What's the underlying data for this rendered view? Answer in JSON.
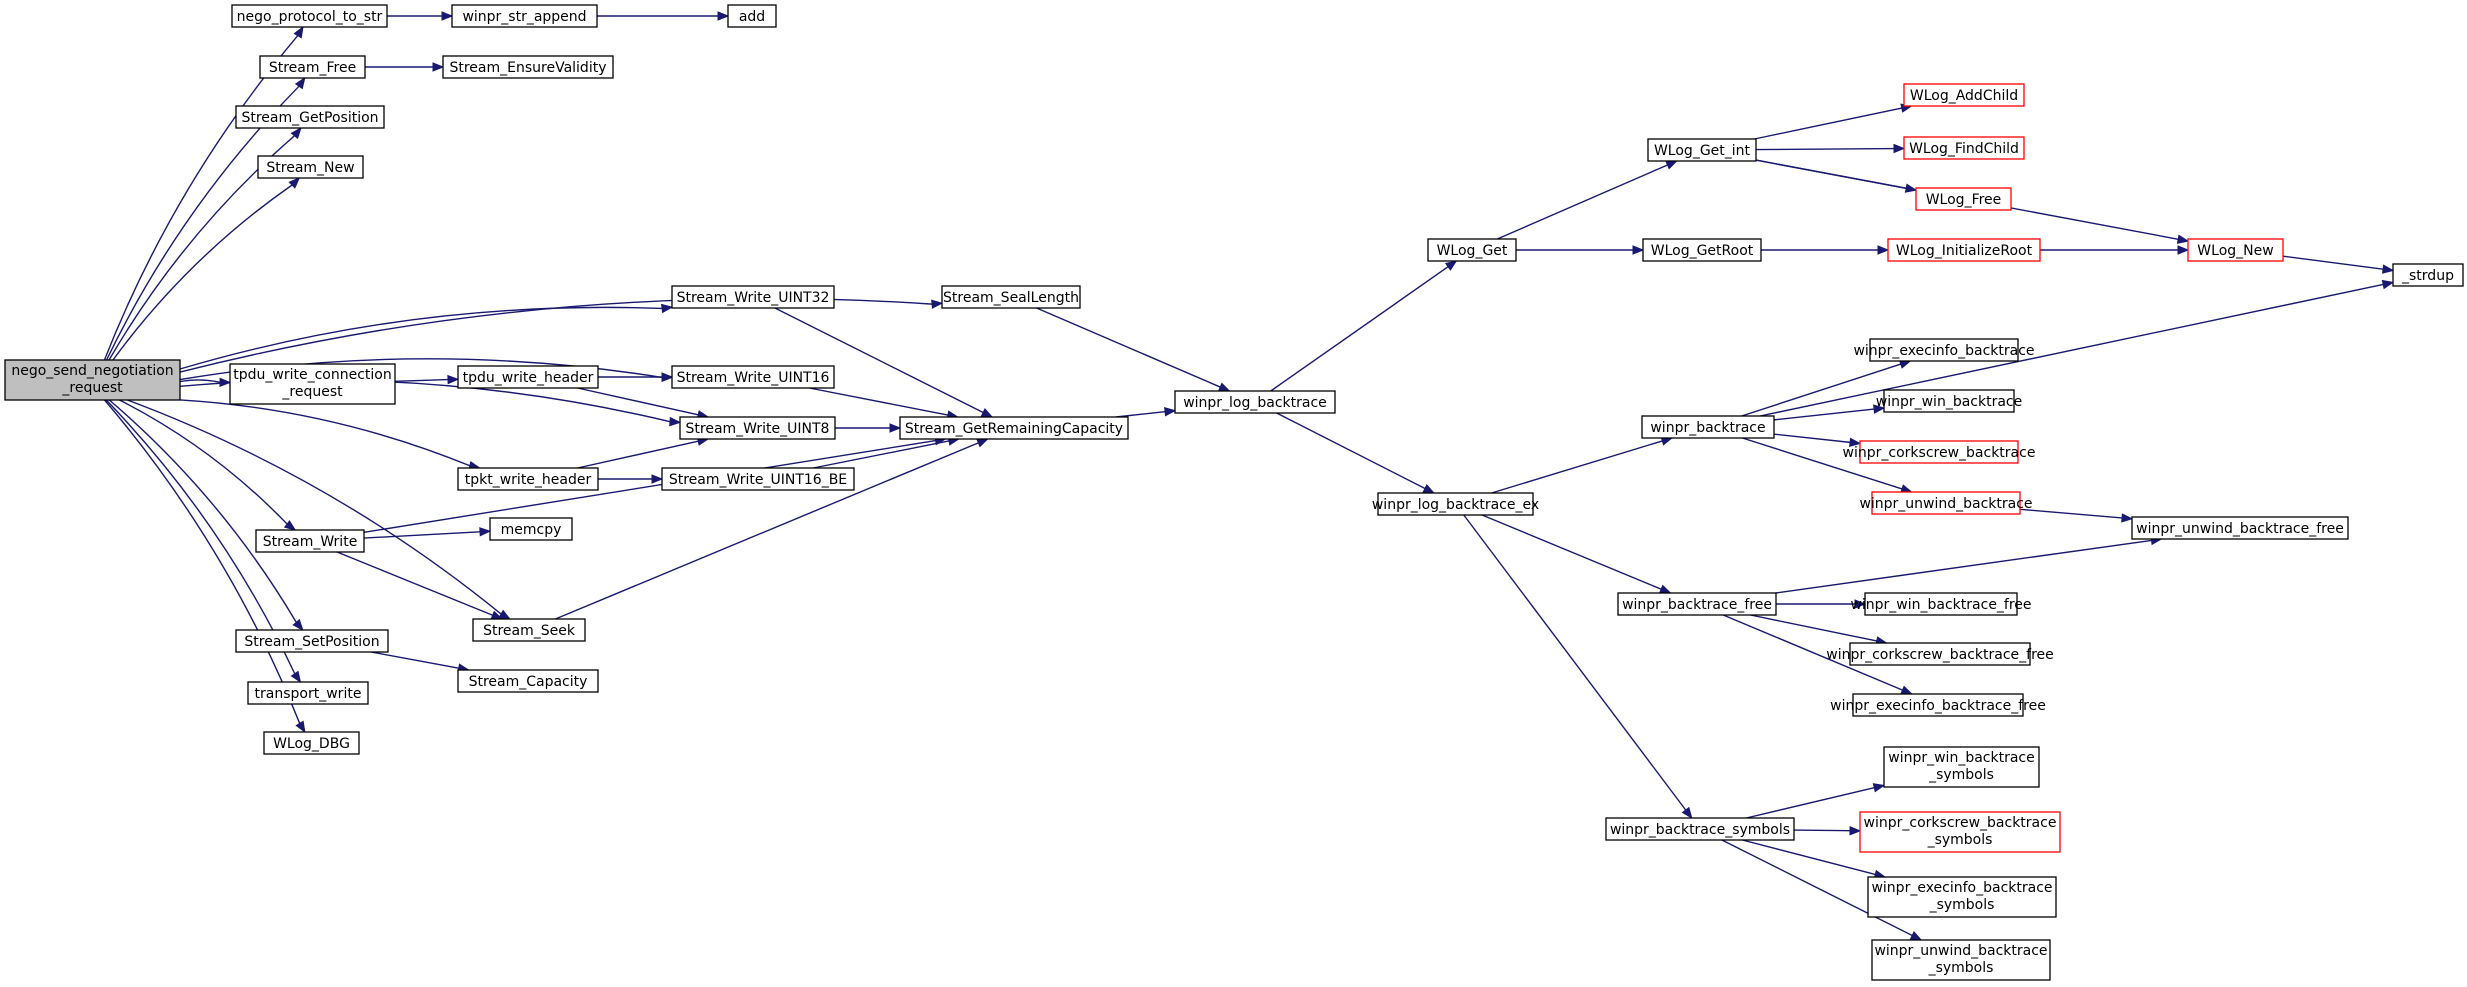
{
  "colors": {
    "edge": "#191970",
    "root_fill": "#bfbfbf",
    "incomplete_border": "#ff0000",
    "node_border": "#000000"
  },
  "nodes": {
    "n0": {
      "lines": [
        "nego_send_negotiation",
        "_request"
      ]
    },
    "n1": {
      "lines": [
        "nego_protocol_to_str"
      ]
    },
    "n2": {
      "lines": [
        "winpr_str_append"
      ]
    },
    "n3": {
      "lines": [
        "add"
      ]
    },
    "n4": {
      "lines": [
        "Stream_Free"
      ]
    },
    "n5": {
      "lines": [
        "Stream_EnsureValidity"
      ]
    },
    "n6": {
      "lines": [
        "Stream_GetPosition"
      ]
    },
    "n7": {
      "lines": [
        "Stream_New"
      ]
    },
    "n8": {
      "lines": [
        "Stream_Write_UINT32"
      ]
    },
    "n9": {
      "lines": [
        "Stream_SealLength"
      ]
    },
    "n10": {
      "lines": [
        "tpdu_write_connection",
        "_request"
      ]
    },
    "n11": {
      "lines": [
        "tpdu_write_header"
      ]
    },
    "n12": {
      "lines": [
        "Stream_Write_UINT16"
      ]
    },
    "n13": {
      "lines": [
        "Stream_Write_UINT8"
      ]
    },
    "n14": {
      "lines": [
        "Stream_GetRemainingCapacity"
      ]
    },
    "n15": {
      "lines": [
        "winpr_log_backtrace"
      ]
    },
    "n16": {
      "lines": [
        "tpkt_write_header"
      ]
    },
    "n17": {
      "lines": [
        "Stream_Write_UINT16_BE"
      ]
    },
    "n18": {
      "lines": [
        "Stream_Write"
      ]
    },
    "n19": {
      "lines": [
        "memcpy"
      ]
    },
    "n20": {
      "lines": [
        "Stream_Seek"
      ]
    },
    "n21": {
      "lines": [
        "Stream_SetPosition"
      ]
    },
    "n22": {
      "lines": [
        "Stream_Capacity"
      ]
    },
    "n23": {
      "lines": [
        "transport_write"
      ]
    },
    "n24": {
      "lines": [
        "WLog_DBG"
      ]
    },
    "n25": {
      "lines": [
        "WLog_Get"
      ]
    },
    "n26": {
      "lines": [
        "WLog_Get_int"
      ]
    },
    "n27": {
      "lines": [
        "WLog_AddChild"
      ]
    },
    "n28": {
      "lines": [
        "WLog_FindChild"
      ]
    },
    "n29": {
      "lines": [
        "WLog_Free"
      ]
    },
    "n30": {
      "lines": [
        "WLog_GetRoot"
      ]
    },
    "n31": {
      "lines": [
        "WLog_InitializeRoot"
      ]
    },
    "n32": {
      "lines": [
        "WLog_New"
      ]
    },
    "n33": {
      "lines": [
        "_strdup"
      ]
    },
    "n34": {
      "lines": [
        "winpr_log_backtrace_ex"
      ]
    },
    "n35": {
      "lines": [
        "winpr_backtrace"
      ]
    },
    "n36": {
      "lines": [
        "winpr_execinfo_backtrace"
      ]
    },
    "n37": {
      "lines": [
        "winpr_win_backtrace"
      ]
    },
    "n38": {
      "lines": [
        "winpr_corkscrew_backtrace"
      ]
    },
    "n39": {
      "lines": [
        "winpr_unwind_backtrace"
      ]
    },
    "n40": {
      "lines": [
        "winpr_unwind_backtrace_free"
      ]
    },
    "n41": {
      "lines": [
        "winpr_backtrace_free"
      ]
    },
    "n42": {
      "lines": [
        "winpr_win_backtrace_free"
      ]
    },
    "n43": {
      "lines": [
        "winpr_corkscrew_backtrace_free"
      ]
    },
    "n44": {
      "lines": [
        "winpr_execinfo_backtrace_free"
      ]
    },
    "n45": {
      "lines": [
        "winpr_backtrace_symbols"
      ]
    },
    "n46": {
      "lines": [
        "winpr_win_backtrace",
        "_symbols"
      ]
    },
    "n47": {
      "lines": [
        "winpr_corkscrew_backtrace",
        "_symbols"
      ]
    },
    "n48": {
      "lines": [
        "winpr_execinfo_backtrace",
        "_symbols"
      ]
    },
    "n49": {
      "lines": [
        "winpr_unwind_backtrace",
        "_symbols"
      ]
    }
  },
  "edges": [
    [
      "n0",
      "n1"
    ],
    [
      "n0",
      "n4"
    ],
    [
      "n0",
      "n6"
    ],
    [
      "n0",
      "n7"
    ],
    [
      "n0",
      "n9"
    ],
    [
      "n0",
      "n8"
    ],
    [
      "n0",
      "n12"
    ],
    [
      "n0",
      "n10"
    ],
    [
      "n0",
      "n13"
    ],
    [
      "n0",
      "n16"
    ],
    [
      "n0",
      "n18"
    ],
    [
      "n0",
      "n20"
    ],
    [
      "n0",
      "n21"
    ],
    [
      "n0",
      "n23"
    ],
    [
      "n0",
      "n24"
    ],
    [
      "n1",
      "n2"
    ],
    [
      "n2",
      "n3"
    ],
    [
      "n4",
      "n5"
    ],
    [
      "n8",
      "n14"
    ],
    [
      "n9",
      "n15"
    ],
    [
      "n10",
      "n11"
    ],
    [
      "n11",
      "n12"
    ],
    [
      "n11",
      "n13"
    ],
    [
      "n12",
      "n14"
    ],
    [
      "n13",
      "n14"
    ],
    [
      "n16",
      "n13"
    ],
    [
      "n16",
      "n17"
    ],
    [
      "n17",
      "n14"
    ],
    [
      "n18",
      "n19"
    ],
    [
      "n18",
      "n14"
    ],
    [
      "n18",
      "n20"
    ],
    [
      "n20",
      "n14"
    ],
    [
      "n21",
      "n22"
    ],
    [
      "n14",
      "n15"
    ],
    [
      "n15",
      "n25"
    ],
    [
      "n15",
      "n34"
    ],
    [
      "n25",
      "n26"
    ],
    [
      "n25",
      "n30"
    ],
    [
      "n26",
      "n27"
    ],
    [
      "n26",
      "n28"
    ],
    [
      "n26",
      "n29"
    ],
    [
      "n26",
      "n32"
    ],
    [
      "n30",
      "n31"
    ],
    [
      "n31",
      "n32"
    ],
    [
      "n32",
      "n33"
    ],
    [
      "n34",
      "n35"
    ],
    [
      "n34",
      "n41"
    ],
    [
      "n34",
      "n45"
    ],
    [
      "n35",
      "n33"
    ],
    [
      "n35",
      "n36"
    ],
    [
      "n35",
      "n37"
    ],
    [
      "n35",
      "n38"
    ],
    [
      "n35",
      "n39"
    ],
    [
      "n39",
      "n40"
    ],
    [
      "n41",
      "n40"
    ],
    [
      "n41",
      "n42"
    ],
    [
      "n41",
      "n43"
    ],
    [
      "n41",
      "n44"
    ],
    [
      "n45",
      "n46"
    ],
    [
      "n45",
      "n47"
    ],
    [
      "n45",
      "n48"
    ],
    [
      "n45",
      "n49"
    ]
  ]
}
